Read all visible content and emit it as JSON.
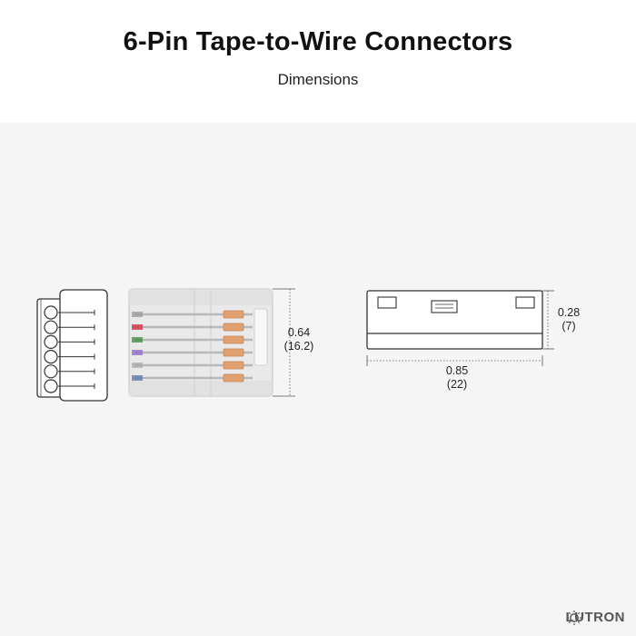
{
  "header": {
    "title": "6-Pin Tape-to-Wire Connectors",
    "subtitle": "Dimensions"
  },
  "dimensions": {
    "height": {
      "inches": "0.64",
      "mm": "(16.2)"
    },
    "thickness": {
      "inches": "0.28",
      "mm": "(7)"
    },
    "length": {
      "inches": "0.85",
      "mm": "(22)"
    }
  },
  "wire_colors": [
    "#9a9a9a",
    "#d02a3a",
    "#3d8a3d",
    "#8a6ac4",
    "#aaaaaa",
    "#5577aa"
  ],
  "brand": {
    "name": "LUTRON"
  }
}
